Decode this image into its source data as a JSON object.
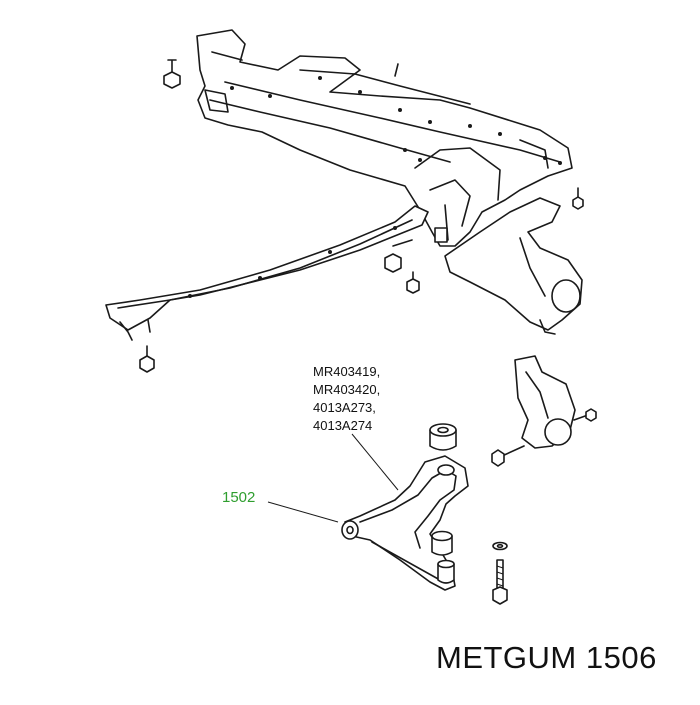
{
  "part_numbers": [
    "MR403419,",
    "MR403420,",
    "4013A273,",
    "4013A274"
  ],
  "callout_label": "1502",
  "footer_text": "METGUM 1506",
  "colors": {
    "callout": "#2f9e2f",
    "linework": "#1a1a1a",
    "background": "#ffffff"
  }
}
